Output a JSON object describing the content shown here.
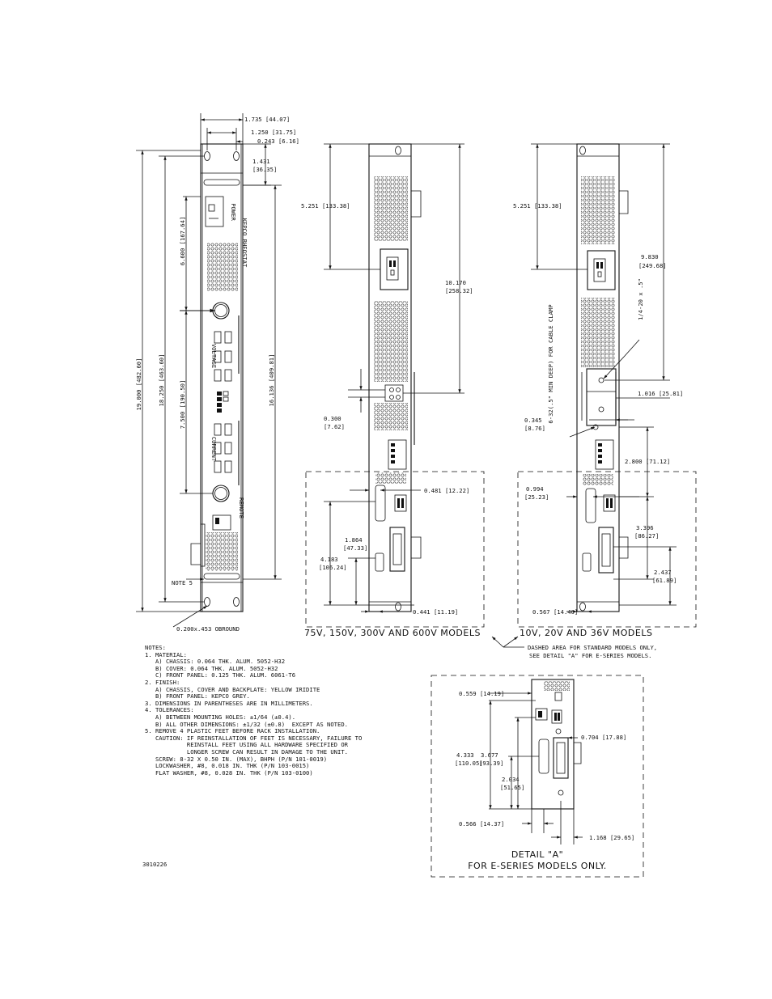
{
  "front_view": {
    "dims": {
      "overall_width": "1.735 [44.07]",
      "hole_spacing": "1.250 [31.75]",
      "hole_offset": "0.243 [6.16]",
      "top_to_hole": "1.431",
      "top_to_hole_mm": "[36.35]",
      "total_height": "19.000 [482.60]",
      "mount_height": "18.250 [463.60]",
      "panel_height": "16.136 [409.81]",
      "upper_section": "6.600 [167.64]",
      "middle_section": "7.500 [190.50]"
    },
    "note_ref": "NOTE 5",
    "obround": "0.200x.453 OBROUND",
    "panel_labels": [
      "POWER",
      "KEPCO RHEOSTAT",
      "VOLTAGE",
      "CURRENT",
      "REMOTE"
    ]
  },
  "rear_hv": {
    "dims": {
      "top_to_ac": "5.251 [133.38]",
      "top_to_terminal": "10.170",
      "top_to_terminal_mm": "[258.32]",
      "terminal_width": "0.300",
      "terminal_width_mm": "[7.62]",
      "connector_offset": "0.481 [12.22]",
      "db9_spacing": "1.864",
      "db9_spacing_mm": "[47.33]",
      "bottom_section": "4.183",
      "bottom_section_mm": "[106.24]",
      "bottom_offset": "0.441 [11.19]"
    },
    "caption": "75V, 150V, 300V AND 600V MODELS"
  },
  "rear_lv": {
    "dims": {
      "top_to_ac": "5.251 [133.38]",
      "top_to_clamp": "9.830",
      "top_to_clamp_mm": "[249.68]",
      "screw": "1/4-20 x .5\"",
      "clamp_note": "6-32(.5\" MIN DEEP) FOR CABLE CLAMP",
      "clamp_width": "1.016 [25.81]",
      "clamp_hole": "0.345",
      "clamp_hole_mm": "[8.76]",
      "connector_section": "2.800 [71.12]",
      "db15_offset": "0.994",
      "db15_offset_mm": "[25.23]",
      "gpib_height": "3.396",
      "gpib_height_mm": "[86.27]",
      "bottom_conn": "2.437",
      "bottom_conn_mm": "[61.89]",
      "bottom_offset": "0.567 [14.40]"
    },
    "caption": "10V, 20V AND 36V MODELS",
    "dashed_note_1": "DASHED AREA FOR STANDARD MODELS ONLY,",
    "dashed_note_2": "SEE DETAIL \"A\" FOR E-SERIES MODELS."
  },
  "notes": [
    "NOTES:",
    "1. MATERIAL:",
    "   A) CHASSIS: 0.064 THK. ALUM. 5052-H32",
    "   B) COVER: 0.064 THK. ALUM. 5052-H32",
    "   C) FRONT PANEL: 0.125 THK. ALUM. 6061-T6",
    "2. FINISH:",
    "   A) CHASSIS, COVER AND BACKPLATE: YELLOW IRIDITE",
    "   B) FRONT PANEL: KEPCO GREY.",
    "3. DIMENSIONS IN PARENTHESES ARE IN MILLIMETERS.",
    "4. TOLERANCES:",
    "   A) BETWEEN MOUNTING HOLES: ±1/64 (±0.4).",
    "   B) ALL OTHER DIMENSIONS: ±1/32 (±0.8)  EXCEPT AS NOTED.",
    "5. REMOVE 4 PLASTIC FEET BEFORE RACK INSTALLATION.",
    "   CAUTION: IF REINSTALLATION OF FEET IS NECESSARY, FAILURE TO",
    "            REINSTALL FEET USING ALL HARDWARE SPECIFIED OR",
    "            LONGER SCREW CAN RESULT IN DAMAGE TO THE UNIT.",
    "   SCREW: 8-32 X 0.50 IN. (MAX), BHPH (P/N 101-0019)",
    "   LOCKWASHER, #8, 0.018 IN. THK (P/N 103-0015)",
    "   FLAT WASHER, #8, 0.028 IN. THK (P/N 103-0100)"
  ],
  "drawing_number": "3010226",
  "detail_a": {
    "dims": {
      "top_dim": "0.559 [14.19]",
      "height": "4.333",
      "height_mm": "[110.05]",
      "db_height": "3.677",
      "db_height_mm": "[93.39]",
      "usb_offset": "2.034",
      "usb_offset_mm": "[51.65]",
      "connector_gap": "0.704 [17.88]",
      "bottom_left": "0.566 [14.37]",
      "bottom_right": "1.168 [29.65]"
    },
    "caption_1": "DETAIL \"A\"",
    "caption_2": "FOR E-SERIES MODELS ONLY."
  }
}
